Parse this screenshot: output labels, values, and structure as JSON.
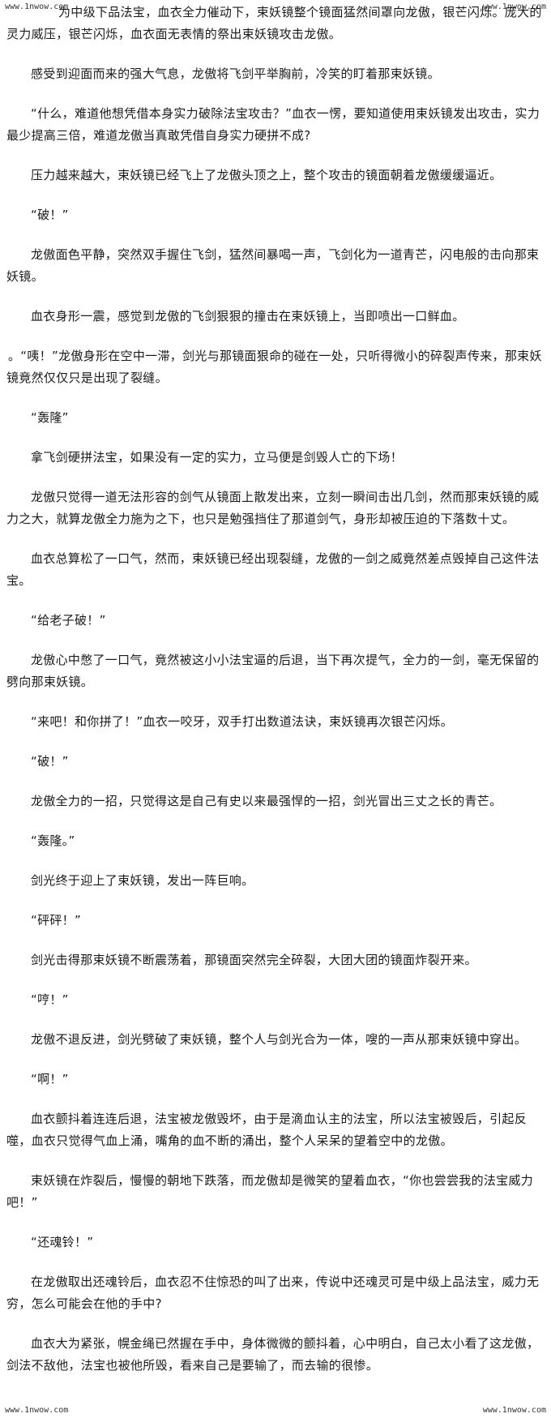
{
  "watermark": "www.1nwow.com",
  "paragraphs": [
    "为中级下品法宝，血衣全力催动下，束妖镜整个镜面猛然间罩向龙傲，银芒闪烁。庞大的灵力威压，银芒闪烁，血衣面无表情的祭出束妖镜攻击龙傲。",
    "感受到迎面而来的强大气息，龙傲将飞剑平举胸前，冷笑的盯着那束妖镜。",
    "“什么，难道他想凭借本身实力破除法宝攻击？”血衣一愣，要知道使用束妖镜发出攻击，实力最少提高三倍，难道龙傲当真敢凭借自身实力硬拼不成?",
    "压力越来越大，束妖镜已经飞上了龙傲头顶之上，整个攻击的镜面朝着龙傲缓缓逼近。",
    "“破！”",
    "龙傲面色平静，突然双手握住飞剑，猛然间暴喝一声，飞剑化为一道青芒，闪电般的击向那束妖镜。",
    "血衣身形一震，感觉到龙傲的飞剑狠狠的撞击在束妖镜上，当即喷出一口鲜血。",
    "。“咦！”龙傲身形在空中一滞，剑光与那镜面狠命的碰在一处，只听得微小的碎裂声传来，那束妖镜竟然仅仅只是出现了裂缝。",
    "“轰隆”",
    "拿飞剑硬拼法宝，如果没有一定的实力，立马便是剑毁人亡的下场！",
    "龙傲只觉得一道无法形容的剑气从镜面上散发出来，立刻一瞬间击出几剑，然而那束妖镜的威力之大，就算龙傲全力施为之下，也只是勉强挡住了那道剑气，身形却被压迫的下落数十丈。",
    "血衣总算松了一口气，然而，束妖镜已经出现裂缝，龙傲的一剑之威竟然差点毁掉自己这件法宝。",
    "“给老子破！”",
    "龙傲心中憋了一口气，竟然被这小小法宝逼的后退，当下再次提气，全力的一剑，毫无保留的劈向那束妖镜。",
    "“来吧！和你拼了！”血衣一咬牙，双手打出数道法诀，束妖镜再次银芒闪烁。",
    "“破！”",
    "龙傲全力的一招，只觉得这是自己有史以来最强悍的一招，剑光冒出三丈之长的青芒。",
    "“轰隆。”",
    "剑光终于迎上了束妖镜，发出一阵巨响。",
    "“砰砰！”",
    "剑光击得那束妖镜不断震荡着，那镜面突然完全碎裂，大团大团的镜面炸裂开来。",
    "“哼！”",
    "龙傲不退反进，剑光劈破了束妖镜，整个人与剑光合为一体，嗖的一声从那束妖镜中穿出。",
    "“啊！”",
    "血衣颤抖着连连后退，法宝被龙傲毁坏，由于是滴血认主的法宝，所以法宝被毁后，引起反噬，血衣只觉得气血上涌，嘴角的血不断的涌出，整个人呆呆的望着空中的龙傲。",
    "束妖镜在炸裂后，慢慢的朝地下跌落，而龙傲却是微笑的望着血衣，“你也尝尝我的法宝威力吧！”",
    "“还魂铃！”",
    "在龙傲取出还魂铃后，血衣忍不住惊恐的叫了出来，传说中还魂灵可是中级上品法宝，威力无穷，怎么可能会在他的手中?",
    "血衣大为紧张，幌金绳已然握在手中，身体微微的颤抖着，心中明白，自己太小看了这龙傲，剑法不敌他，法宝也被他所毁，看来自己是要输了，而去输的很惨。"
  ]
}
